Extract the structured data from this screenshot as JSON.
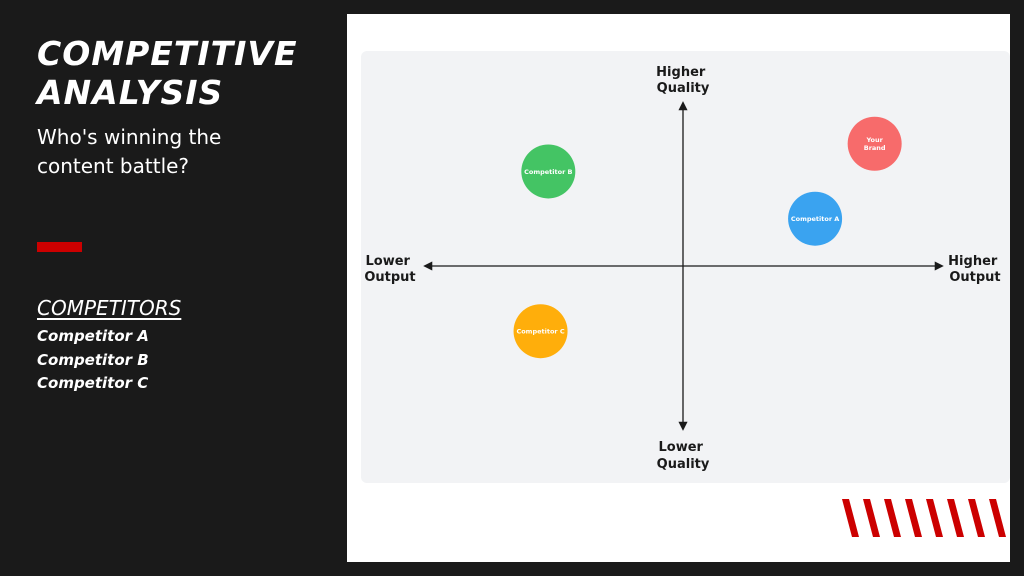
{
  "left_panel": {
    "title_line1": "COMPETITIVE",
    "title_line2": "ANALYSIS",
    "subtitle_line1": "Who's winning the",
    "subtitle_line2": "content battle?",
    "competitors_heading": "COMPETITORS",
    "competitors": [
      "Competitor A",
      "Competitor B",
      "Competitor C"
    ]
  },
  "matrix": {
    "top_label": [
      "Higher",
      "Quality"
    ],
    "bottom_label": [
      "Lower",
      "Quality"
    ],
    "left_label": [
      "Lower",
      "Output"
    ],
    "right_label": [
      "Higher",
      "Output"
    ],
    "bubbles": [
      {
        "key": "your-brand",
        "label": [
          "Your",
          "Brand"
        ],
        "output": 0.74,
        "quality": 0.75,
        "color": "#f76b6b"
      },
      {
        "key": "competitor-b",
        "label": [
          "Competitor B"
        ],
        "output": -0.52,
        "quality": 0.58,
        "color": "#44c464"
      },
      {
        "key": "competitor-a",
        "label": [
          "Competitor A"
        ],
        "output": 0.51,
        "quality": 0.29,
        "color": "#3aa3f0"
      },
      {
        "key": "competitor-c",
        "label": [
          "Competitor C"
        ],
        "output": -0.55,
        "quality": -0.4,
        "color": "#ffae0b"
      }
    ]
  },
  "colors": {
    "background": "#1a1a1a",
    "accent": "#cc0000",
    "panel": "#ffffff",
    "matrix_bg": "#f2f3f5"
  }
}
